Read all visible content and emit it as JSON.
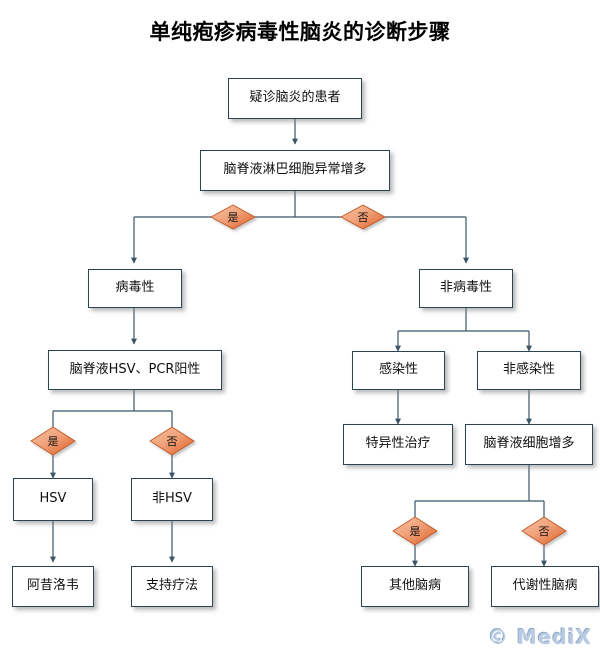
{
  "page": {
    "title": "单纯疱疹病毒性脑炎的诊断步骤",
    "watermark": "© MediX",
    "colors": {
      "box_border": "#2c4352",
      "box_fill": "#ffffff",
      "connector": "#3b5566",
      "diamond_light": "#f5b391",
      "diamond_dark": "#e2622a",
      "diamond_border": "#c2551f",
      "watermark": "#b9cbe2"
    }
  },
  "flowchart": {
    "type": "decision-tree",
    "nodes": [
      {
        "id": "n1",
        "label": "疑诊脑炎的患者",
        "shape": "box"
      },
      {
        "id": "n2",
        "label": "脑脊液淋巴细胞异常增多",
        "shape": "box"
      },
      {
        "id": "n3",
        "label": "病毒性",
        "shape": "box"
      },
      {
        "id": "n4",
        "label": "非病毒性",
        "shape": "box"
      },
      {
        "id": "n5",
        "label": "脑脊液HSV、PCR阳性",
        "shape": "box"
      },
      {
        "id": "n6",
        "label": "感染性",
        "shape": "box"
      },
      {
        "id": "n7",
        "label": "非感染性",
        "shape": "box"
      },
      {
        "id": "n8",
        "label": "HSV",
        "shape": "box"
      },
      {
        "id": "n9",
        "label": "非HSV",
        "shape": "box"
      },
      {
        "id": "n10",
        "label": "特异性治疗",
        "shape": "box"
      },
      {
        "id": "n11",
        "label": "脑脊液细胞增多",
        "shape": "box"
      },
      {
        "id": "n12",
        "label": "阿昔洛韦",
        "shape": "box"
      },
      {
        "id": "n13",
        "label": "支持疗法",
        "shape": "box"
      },
      {
        "id": "n14",
        "label": "其他脑病",
        "shape": "box"
      },
      {
        "id": "n15",
        "label": "代谢性脑病",
        "shape": "box"
      }
    ],
    "decisions": [
      {
        "id": "d1",
        "label": "是",
        "from": "n2",
        "to": "n3"
      },
      {
        "id": "d2",
        "label": "否",
        "from": "n2",
        "to": "n4"
      },
      {
        "id": "d3",
        "label": "是",
        "from": "n5",
        "to": "n8"
      },
      {
        "id": "d4",
        "label": "否",
        "from": "n5",
        "to": "n9"
      },
      {
        "id": "d5",
        "label": "是",
        "from": "n11",
        "to": "n14"
      },
      {
        "id": "d6",
        "label": "否",
        "from": "n11",
        "to": "n15"
      }
    ],
    "edges": [
      {
        "from": "n1",
        "to": "n2",
        "label": ""
      },
      {
        "from": "n2",
        "to": "d1",
        "label": "是"
      },
      {
        "from": "n2",
        "to": "d2",
        "label": "否"
      },
      {
        "from": "d1",
        "to": "n3",
        "label": ""
      },
      {
        "from": "d2",
        "to": "n4",
        "label": ""
      },
      {
        "from": "n3",
        "to": "n5",
        "label": ""
      },
      {
        "from": "n4",
        "to": "n6",
        "label": ""
      },
      {
        "from": "n4",
        "to": "n7",
        "label": ""
      },
      {
        "from": "n5",
        "to": "d3",
        "label": "是"
      },
      {
        "from": "n5",
        "to": "d4",
        "label": "否"
      },
      {
        "from": "d3",
        "to": "n8",
        "label": ""
      },
      {
        "from": "d4",
        "to": "n9",
        "label": ""
      },
      {
        "from": "n6",
        "to": "n10",
        "label": ""
      },
      {
        "from": "n7",
        "to": "n11",
        "label": ""
      },
      {
        "from": "n8",
        "to": "n12",
        "label": ""
      },
      {
        "from": "n9",
        "to": "n13",
        "label": ""
      },
      {
        "from": "n11",
        "to": "d5",
        "label": "是"
      },
      {
        "from": "n11",
        "to": "d6",
        "label": "否"
      },
      {
        "from": "d5",
        "to": "n14",
        "label": ""
      },
      {
        "from": "d6",
        "to": "n15",
        "label": ""
      }
    ]
  }
}
